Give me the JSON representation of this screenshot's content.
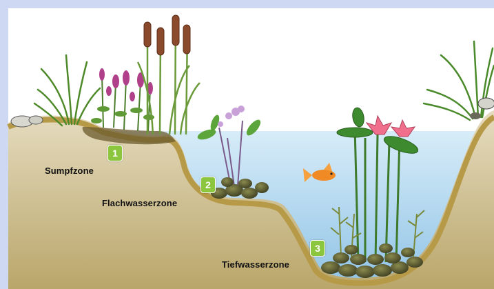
{
  "zones": [
    {
      "number": "1",
      "label": "Sumpfzone"
    },
    {
      "number": "2",
      "label": "Flachwasserzone"
    },
    {
      "number": "3",
      "label": "Tiefwasserzone"
    }
  ],
  "colors": {
    "frame": "#cfd8f2",
    "sky": "#ffffff",
    "water": "#a8d2ec",
    "soil": "#c9b98a",
    "bank_edge": "#b79a48",
    "badge": "#8cc63f"
  }
}
